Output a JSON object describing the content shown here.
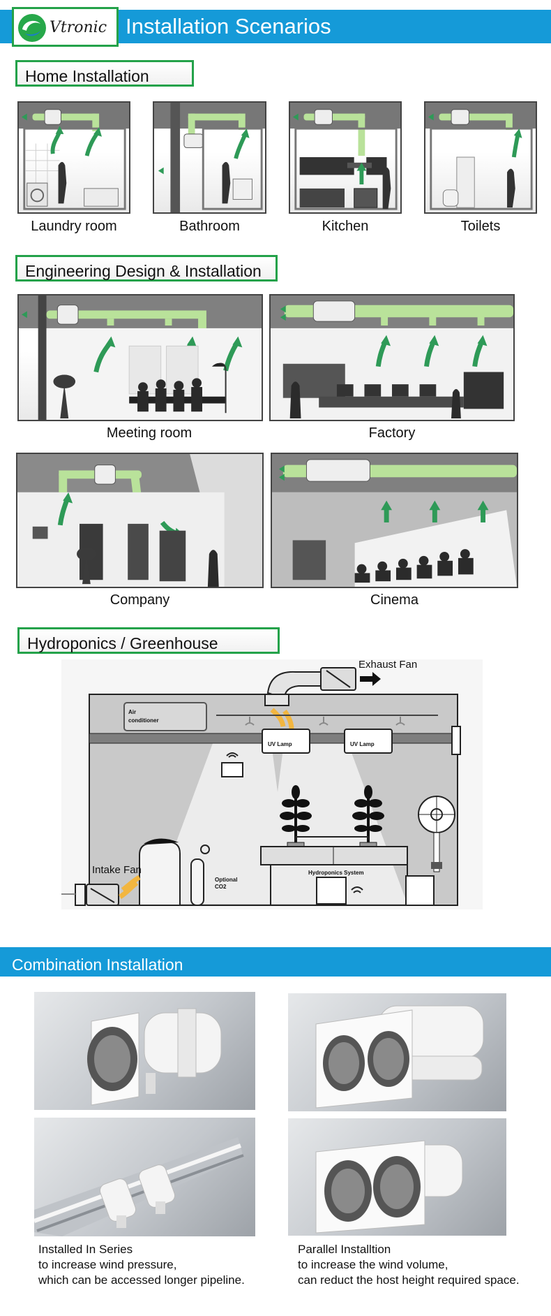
{
  "header": {
    "brand": "Vtronic",
    "title": "Installation Scenarios"
  },
  "home": {
    "label": "Home Installation",
    "items": [
      {
        "caption": "Laundry room"
      },
      {
        "caption": "Bathroom"
      },
      {
        "caption": "Kitchen"
      },
      {
        "caption": "Toilets"
      }
    ]
  },
  "engineering": {
    "label": "Engineering Design & Installation",
    "items": [
      {
        "caption": "Meeting room"
      },
      {
        "caption": "Factory"
      },
      {
        "caption": "Company"
      },
      {
        "caption": "Cinema"
      }
    ]
  },
  "hydroponics": {
    "label": "Hydroponics / Greenhouse",
    "diagram": {
      "exhaust_fan": "Exhaust Fan",
      "intake_fan": "Intake Fan",
      "air_conditioner_line1": "Air",
      "air_conditioner_line2": "conditioner",
      "uv_lamp_1": "UV Lamp",
      "uv_lamp_2": "UV Lamp",
      "co2_line1": "Optional",
      "co2_line2": "CO2",
      "hydroponics_system": "Hydroponics System"
    }
  },
  "combination": {
    "title": "Combination Installation",
    "series": {
      "title": "Installed In Series",
      "line1": "to increase wind pressure,",
      "line2": "which can be accessed longer pipeline."
    },
    "parallel": {
      "title": "Parallel Installtion",
      "line1": "to increase the wind volume,",
      "line2": "can reduct the host height required space."
    }
  },
  "colors": {
    "header_blue": "#159ad8",
    "label_border_green": "#24a24a",
    "duct_green": "#b9e29a",
    "arrow_green": "#2e9a57"
  }
}
